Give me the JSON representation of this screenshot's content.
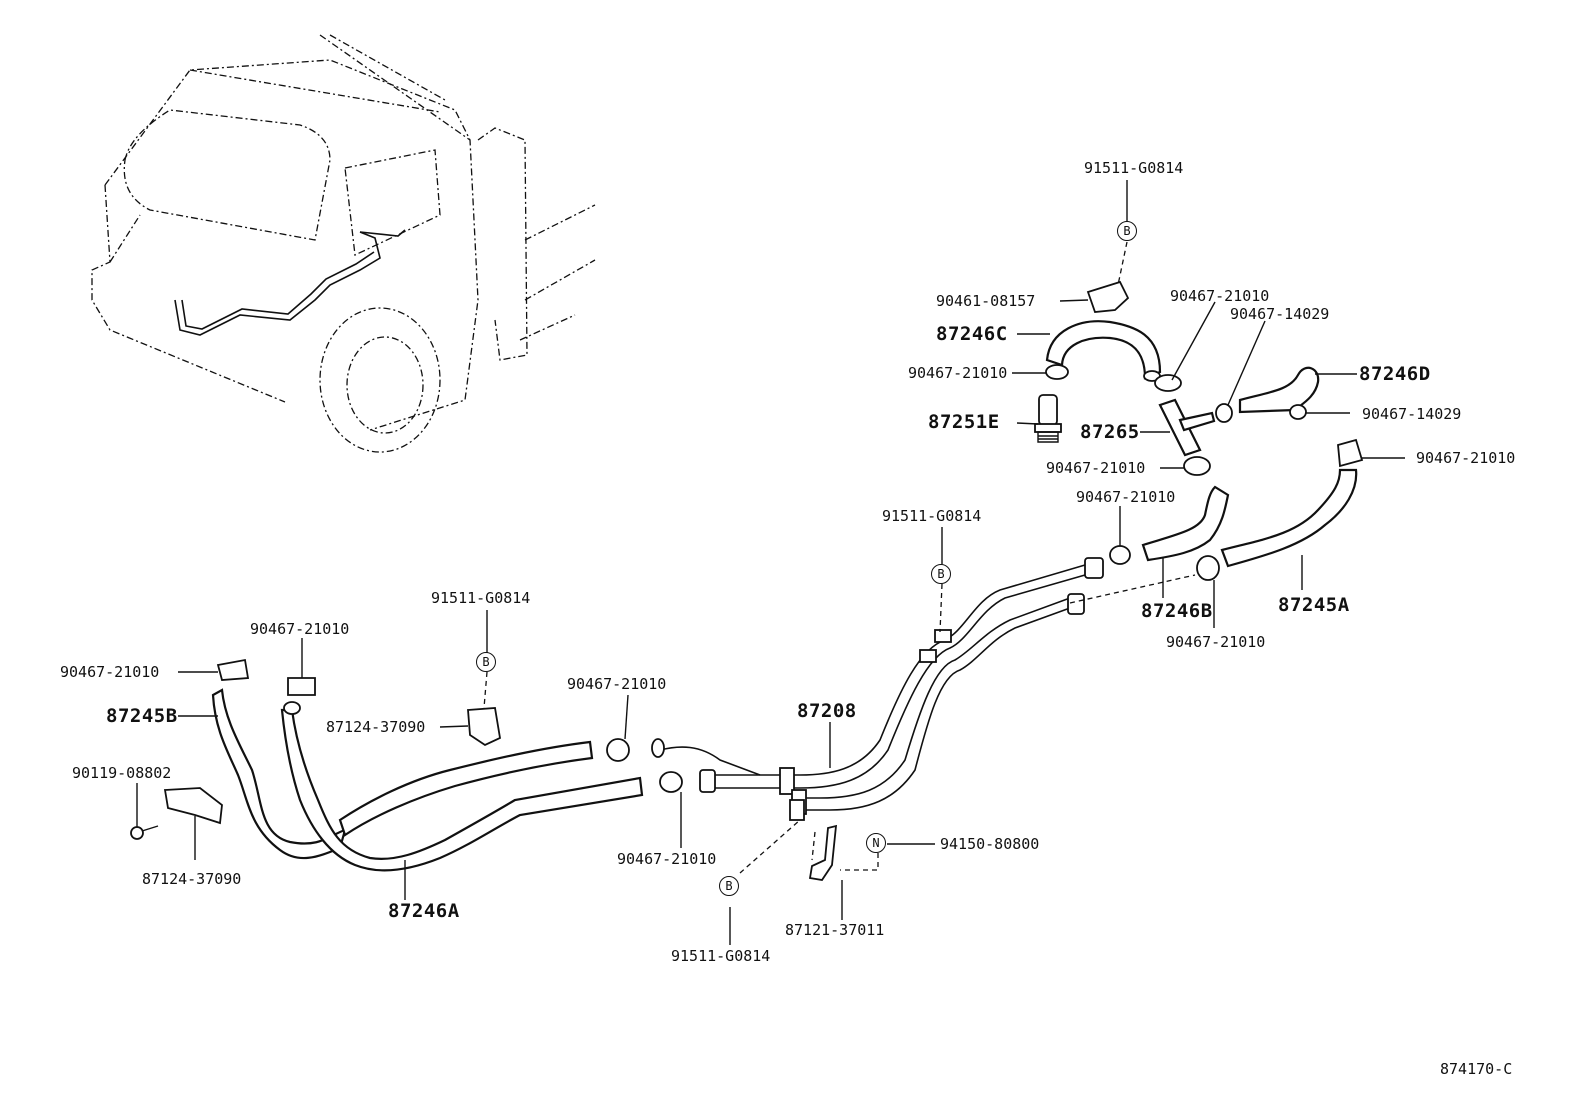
{
  "labels": {
    "p91511_top": "91511-G0814",
    "p90461": "90461-08157",
    "p87246c": "87246C",
    "p90467_a": "90467-21010",
    "p87251e": "87251E",
    "p90467_b": "90467-21010",
    "p90467_14029_a": "90467-14029",
    "p87246d": "87246D",
    "p90467_14029_b": "90467-14029",
    "p87265": "87265",
    "p90467_c": "90467-21010",
    "p90467_d": "90467-21010",
    "p90467_e": "90467-21010",
    "p91511_mid": "91511-G0814",
    "p87246b": "87246B",
    "p87245a": "87245A",
    "p90467_f": "90467-21010",
    "p91511_left": "91511-G0814",
    "p90467_g": "90467-21010",
    "p90467_h": "90467-21010",
    "p87245b": "87245B",
    "p87124_a": "87124-37090",
    "p90467_i": "90467-21010",
    "p87208": "87208",
    "p90119": "90119-08802",
    "p87124_b": "87124-37090",
    "p87246a": "87246A",
    "p90467_j": "90467-21010",
    "p94150": "94150-80800",
    "p91511_bottom": "91511-G0814",
    "p87121": "87121-37011",
    "figure_code": "874170-C"
  },
  "markers": {
    "b": "B",
    "n": "N"
  }
}
